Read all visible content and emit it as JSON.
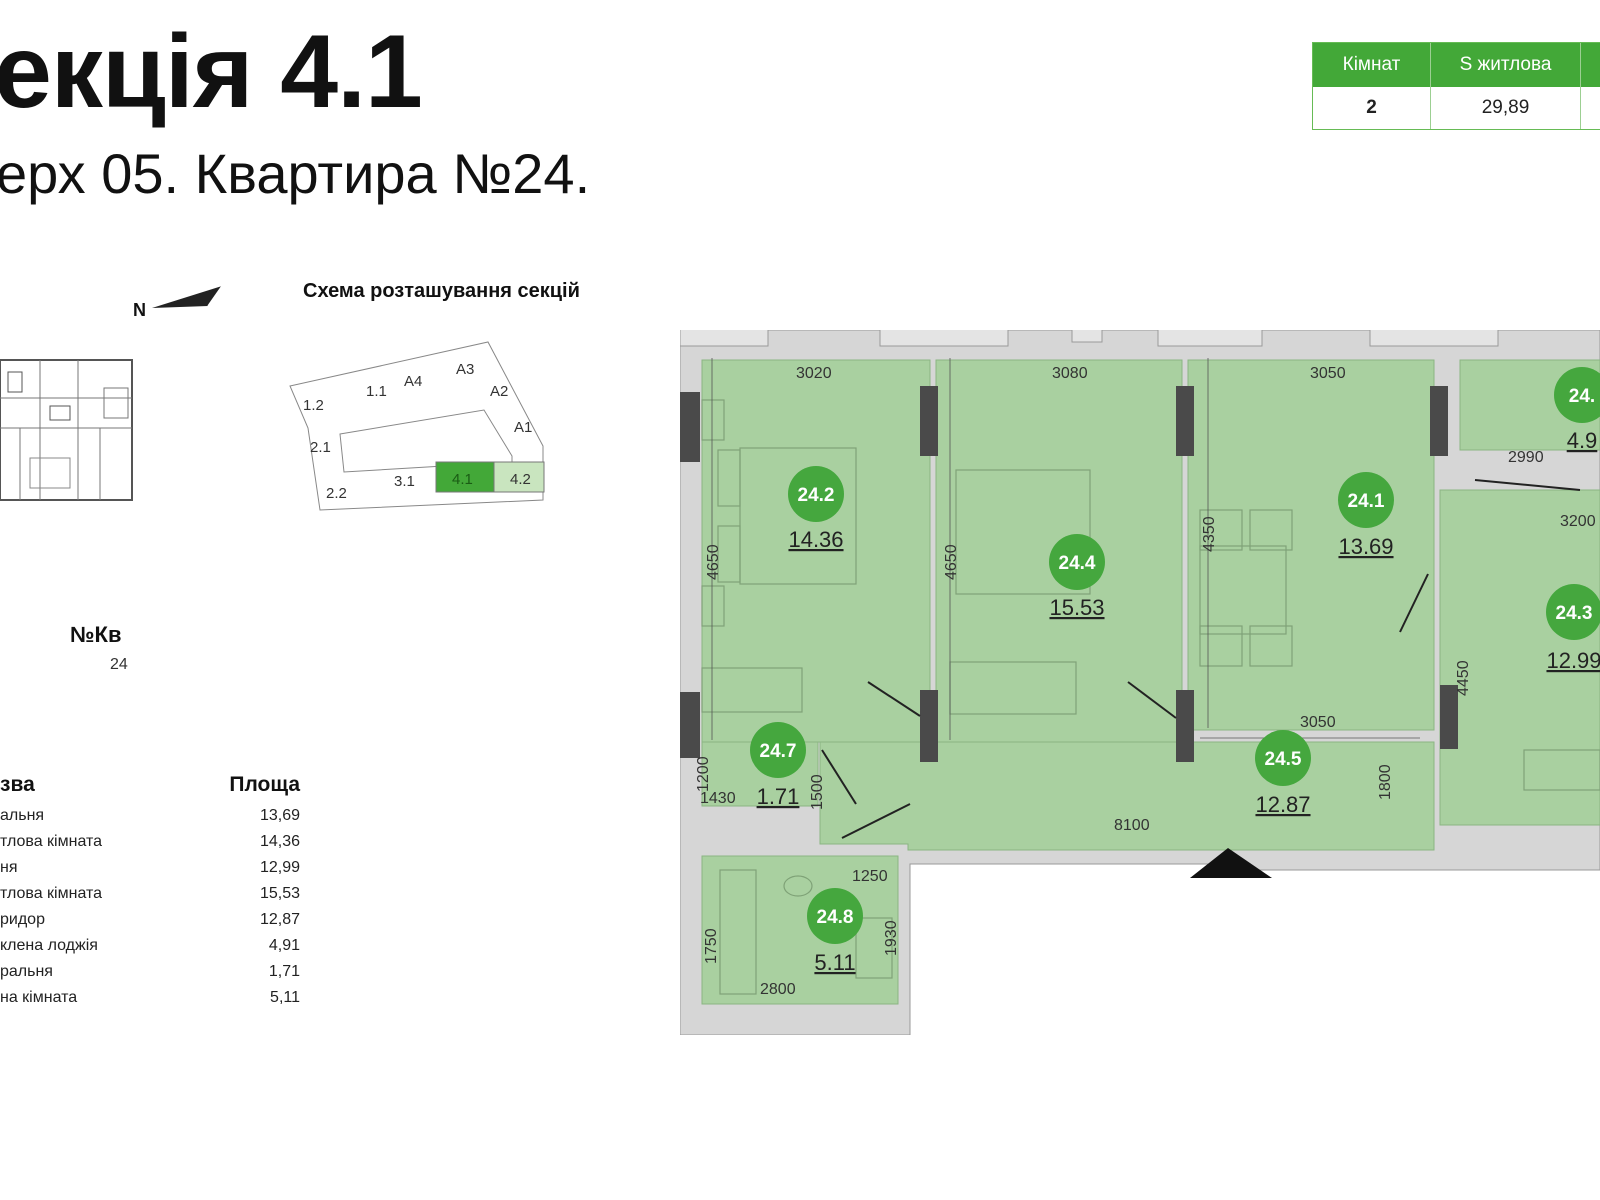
{
  "header": {
    "title": "екція 4.1",
    "subtitle": "ерх 05. Квартира №24."
  },
  "stats_table": {
    "headers": [
      "Кімнат",
      "S житлова",
      ""
    ],
    "values": [
      "2",
      "29,89",
      ""
    ]
  },
  "compass": {
    "label": "N"
  },
  "section_scheme": {
    "title": "Схема розташування секцій",
    "sections": [
      "1.2",
      "1.1",
      "A4",
      "A3",
      "A2",
      "A1",
      "2.1",
      "2.2",
      "3.1",
      "4.1",
      "4.2"
    ],
    "highlighted": "4.1"
  },
  "apartment": {
    "label": "№Кв",
    "number": "24"
  },
  "rooms_table": {
    "name_header": "зва",
    "area_header": "Площа",
    "rows": [
      {
        "name": "альня",
        "area": "13,69"
      },
      {
        "name": "тлова кімната",
        "area": "14,36"
      },
      {
        "name": "ня",
        "area": "12,99"
      },
      {
        "name": "тлова кімната",
        "area": "15,53"
      },
      {
        "name": "ридор",
        "area": "12,87"
      },
      {
        "name": "клена лоджія",
        "area": "4,91"
      },
      {
        "name": "ральня",
        "area": "1,71"
      },
      {
        "name": "на кімната",
        "area": "5,11"
      }
    ]
  },
  "floor_plan": {
    "rooms": [
      {
        "id": "24.2",
        "area": "14.36"
      },
      {
        "id": "24.4",
        "area": "15.53"
      },
      {
        "id": "24.1",
        "area": "13.69"
      },
      {
        "id": "24.",
        "area": "4.9"
      },
      {
        "id": "24.3",
        "area": "12.99"
      },
      {
        "id": "24.7",
        "area": "1.71"
      },
      {
        "id": "24.5",
        "area": "12.87"
      },
      {
        "id": "24.8",
        "area": "5.11"
      }
    ],
    "dimensions": [
      "3020",
      "3080",
      "3050",
      "2990",
      "3200",
      "4650",
      "4650",
      "4350",
      "4450",
      "3050",
      "1200",
      "1500",
      "1430",
      "8100",
      "1800",
      "1250",
      "1750",
      "1930",
      "2800"
    ]
  },
  "colors": {
    "room_fill": "#a9d0a0",
    "badge": "#45a73e",
    "header_green": "#43a838",
    "wall": "#cfcfcf",
    "column": "#4a4a4a"
  }
}
